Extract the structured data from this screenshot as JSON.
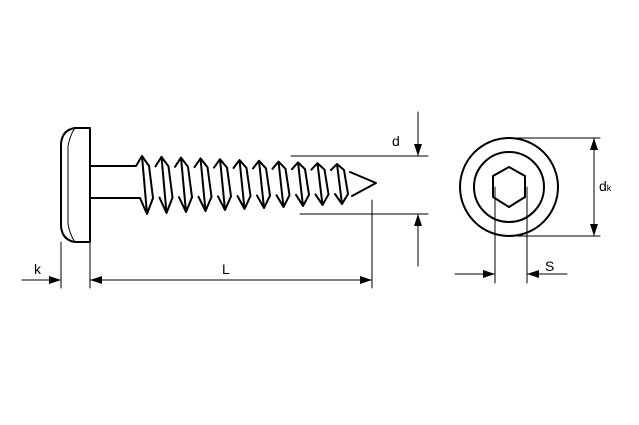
{
  "colors": {
    "line": "#000000",
    "background": "#ffffff"
  },
  "labels": {
    "d": "d",
    "dk_base": "d",
    "dk_sub": "k",
    "k": "k",
    "L": "L",
    "S": "S"
  }
}
